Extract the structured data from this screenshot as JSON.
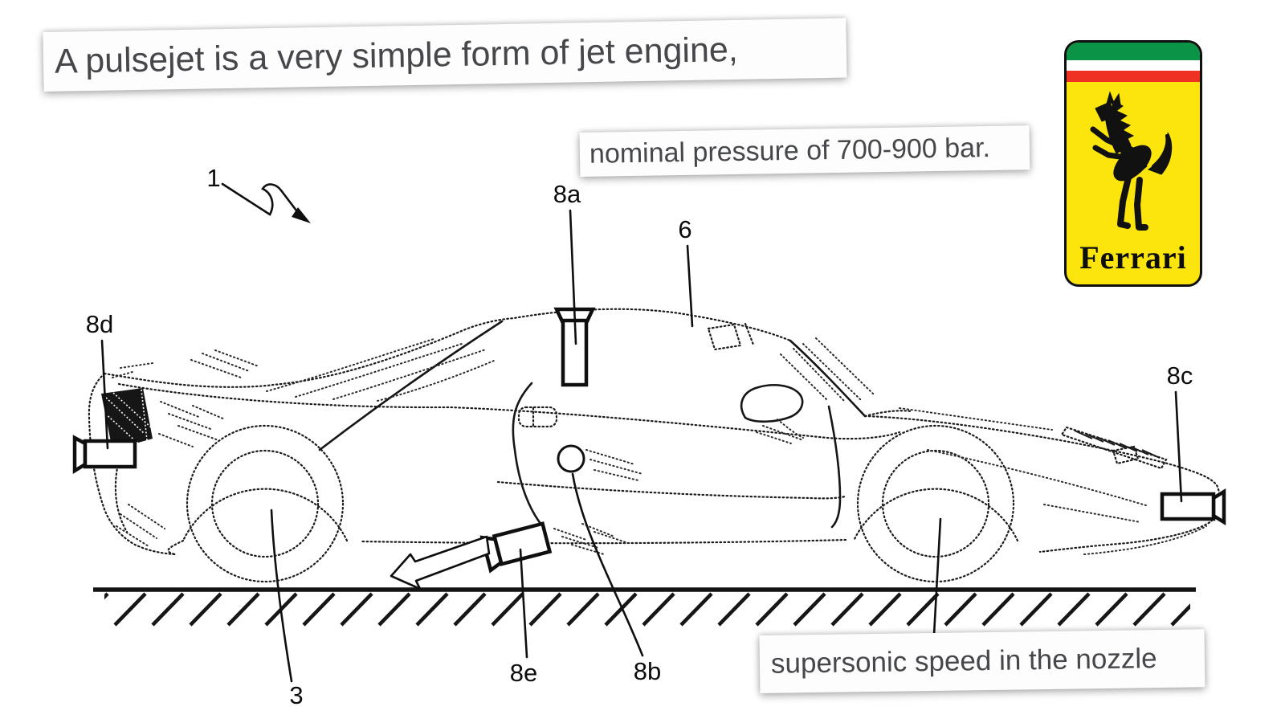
{
  "captions": {
    "top": "A pulsejet is a very simple form of jet engine,",
    "middle": "nominal pressure of 700-900 bar.",
    "bottom": "supersonic speed in the nozzle"
  },
  "figure_labels": {
    "ref1": "1",
    "ref3": "3",
    "ref6": "6",
    "ref8a": "8a",
    "ref8b": "8b",
    "ref8c": "8c",
    "ref8d": "8d",
    "ref8e": "8e"
  },
  "logo": {
    "brand": "Ferrari",
    "colors": {
      "shield_yellow": "#FBE50C",
      "stripe_green": "#0B9448",
      "stripe_white": "#FFFFFF",
      "stripe_red": "#EF3124",
      "horse_black": "#111111"
    }
  },
  "drawing": {
    "subject": "patent side view of a sports car with jet thrusters",
    "ink_color": "#1C1C1C",
    "background": "#FFFFFF",
    "caption_text_color": "#45474B"
  }
}
